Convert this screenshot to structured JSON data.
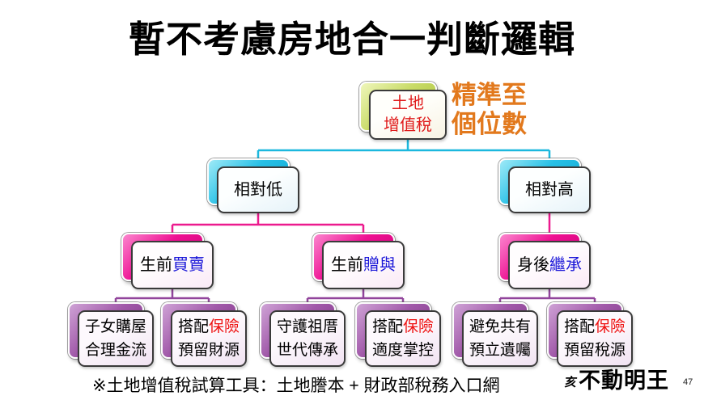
{
  "slide": {
    "title": "暫不考慮房地合一判斷邏輯",
    "footnote": "※土地增值稅試算工具：土地謄本 + 財政部稅務入口網",
    "page_number": "47",
    "logo": {
      "mark": "亥",
      "text": "不動明王"
    }
  },
  "annotation": {
    "line1": "精準至",
    "line2": "個位數"
  },
  "tree": {
    "root": {
      "line1": "土地",
      "line2": "增值稅"
    },
    "level2": [
      {
        "label": "相對低"
      },
      {
        "label": "相對高"
      }
    ],
    "level3": [
      {
        "prefix": "生前",
        "highlight": "買賣"
      },
      {
        "prefix": "生前",
        "highlight": "贈與"
      },
      {
        "prefix": "身後",
        "highlight": "繼承"
      }
    ],
    "leaves": [
      {
        "l1a": "子女購屋",
        "l1b": "",
        "l2": "合理金流"
      },
      {
        "l1a": "搭配",
        "l1b": "保險",
        "l2": "預留財源"
      },
      {
        "l1a": "守護祖厝",
        "l1b": "",
        "l2": "世代傳承"
      },
      {
        "l1a": "搭配",
        "l1b": "保險",
        "l2": "適度掌控"
      },
      {
        "l1a": "避免共有",
        "l1b": "",
        "l2": "預立遺囑"
      },
      {
        "l1a": "搭配",
        "l1b": "保險",
        "l2": "預留稅源"
      }
    ]
  },
  "colors": {
    "root_text": "#e01b1b",
    "highlight_blue": "#1a16d8",
    "insurance_red": "#ee1111",
    "annotation_orange": "#e2791d",
    "connector_cyan": "#1cb8de",
    "connector_magenta": "#ec1a8e",
    "connector_purple": "#91459c",
    "card_green": "#b9d04f",
    "card_cyan": "#17b6dd",
    "card_magenta": "#ec0f91",
    "card_purple": "#9d55a4"
  }
}
